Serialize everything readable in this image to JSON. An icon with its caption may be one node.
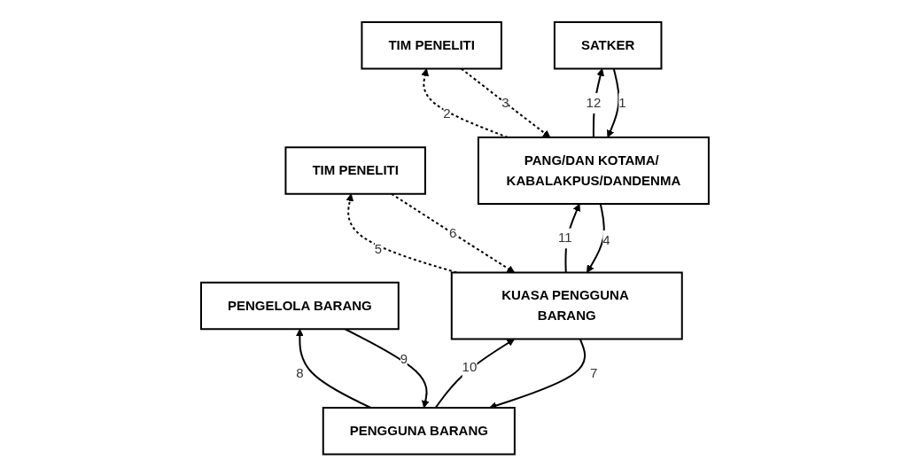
{
  "diagram": {
    "nodes": [
      {
        "text": [
          "PENGGUNA BARANG"
        ]
      },
      {
        "text": [
          "PENGELOLA BARANG"
        ]
      },
      {
        "text": [
          "TIM PENELITI"
        ]
      },
      {
        "text": [
          "KUASA PENGGUNA BARANG"
        ]
      },
      {
        "text": [
          "TIM PENELITI"
        ]
      },
      {
        "text": [
          "PANG/DAN KOTAMA/ KABALAKPUS/DANDENMA"
        ]
      },
      {
        "text": [
          "SATKER"
        ]
      }
    ],
    "edges": [
      {
        "from": 6,
        "to": 5,
        "arrow": "to",
        "label": "1"
      },
      {
        "from": 5,
        "to": 4,
        "arrow": "to",
        "label": "2",
        "style": "dashed"
      },
      {
        "from": 4,
        "to": 5,
        "arrow": "to",
        "label": "3",
        "style": "dashed"
      },
      {
        "from": 5,
        "to": 3,
        "arrow": "to",
        "label": "4"
      },
      {
        "from": 3,
        "to": 2,
        "arrow": "to",
        "label": "5",
        "style": "dashed"
      },
      {
        "from": 2,
        "to": 3,
        "arrow": "to",
        "label": "6",
        "style": "dashed"
      },
      {
        "from": 3,
        "to": 0,
        "arrow": "to",
        "label": "7"
      },
      {
        "from": 0,
        "to": 1,
        "arrow": "to",
        "label": "8"
      },
      {
        "from": 1,
        "to": 0,
        "arrow": "to",
        "label": "9"
      },
      {
        "from": 0,
        "to": 3,
        "arrow": "to",
        "label": "10"
      },
      {
        "from": 3,
        "to": 5,
        "arrow": "to",
        "label": "11"
      },
      {
        "from": 5,
        "to": 6,
        "arrow": "to",
        "label": "12"
      }
    ]
  }
}
